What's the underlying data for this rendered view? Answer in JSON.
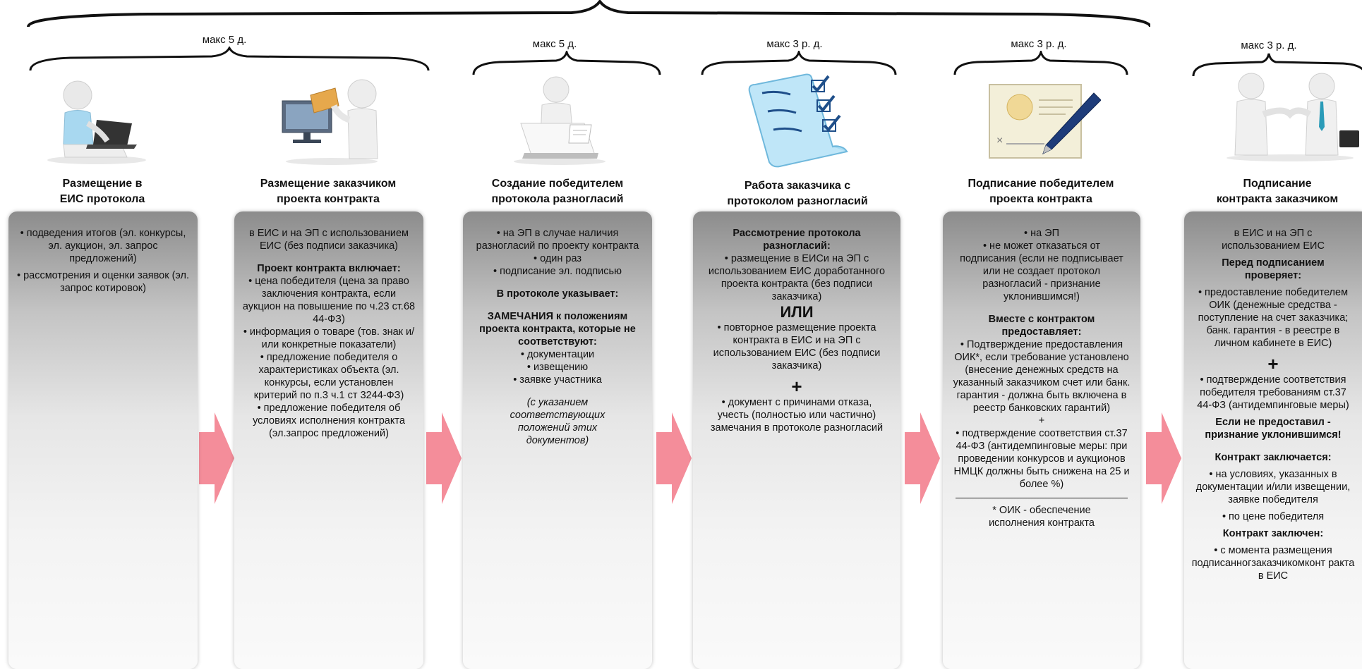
{
  "colors": {
    "arrow": "#f48d9a",
    "panel_top": "#8c8c8c",
    "panel_bottom": "#fafafa"
  },
  "stages": [
    {
      "duration": "макс 5 д.",
      "illustration": "person-at-laptop",
      "title_lines": [
        "Размещение в",
        "ЕИС протокола"
      ],
      "body": [
        "• подведения итогов (эл. конкурсы, эл. аукцион, эл. запрос предложений)",
        "• рассмотрения и оценки заявок (эл. запрос котировок)"
      ]
    },
    {
      "illustration": "person-at-computer-with-envelope",
      "title_lines": [
        "Размещение заказчиком",
        "проекта контракта"
      ],
      "body": [
        "в ЕИС и на ЭП с использованием ЕИС (без подписи заказчика)",
        "Проект контракта включает:",
        "• цена победителя (цена за право заключения контракта, если аукцион на повышение по ч.23 ст.68 44-ФЗ)",
        "• информация о товаре (тов. знак и/или конкретные показатели)",
        "• предложение победителя о характеристиках объекта (эл. конкурсы, если установлен критерий по п.3 ч.1 ст 3244-ФЗ)",
        "• предложение победителя об условиях исполнения контракта (эл.запрос предложений)"
      ]
    },
    {
      "duration": "макс 5 д.",
      "illustration": "person-with-laptop-document",
      "title_lines": [
        "Создание победителем",
        "протокола разногласий"
      ],
      "body": [
        "• на ЭП в случае наличия разногласий по проекту контракта",
        "• один раз",
        "• подписание эл. подписью",
        "В протоколе указывает:",
        "ЗАМЕЧАНИЯ к положениям проекта контракта, которые не соответствуют:",
        "• документации",
        "• извещению",
        "• заявке участника",
        "(с указанием соответствующих положений этих документов)"
      ]
    },
    {
      "duration": "макс 3 р. д.",
      "illustration": "checklist-scroll",
      "title_lines": [
        "Работа заказчика с",
        "протоколом разногласий"
      ],
      "body": [
        "Рассмотрение протокола разногласий:",
        "• размещение в ЕИСи на ЭП с использованием ЕИС доработанного проекта контракта (без подписи заказчика)",
        "ИЛИ",
        "• повторное размещение проекта контракта в ЕИС и на ЭП с использованием ЕИС (без подписи заказчика)",
        "+",
        "• документ с причинами отказа, учесть (полностью или частично) замечания в протоколе разногласий"
      ]
    },
    {
      "duration": "макс 3 р. д.",
      "illustration": "document-with-pen",
      "title_lines": [
        "Подписание победителем",
        "проекта контракта"
      ],
      "body": [
        "• на ЭП",
        "• не может отказаться от подписания (если не подписывает или не создает протокол разногласий - признание уклонившимся!)",
        "Вместе с контрактом предоставляет:",
        "• Подтверждение предоставления ОИК*, если требование установлено (внесение денежных средств на указанный заказчиком счет или банк. гарантия - должна быть включена в реестр банковских гарантий)",
        "+",
        "• подтверждение соответствия ст.37 44-ФЗ (антидемпинговые меры: при проведении конкурсов и аукционов НМЦК должны быть снижена на 25 и более %)",
        "* ОИК - обеспечение исполнения контракта"
      ]
    },
    {
      "duration": "макс 3 р. д.",
      "illustration": "handshake",
      "title_lines": [
        "Подписание",
        "контракта заказчиком"
      ],
      "body": [
        "в ЕИС и на ЭП с использованием ЕИС",
        "Перед подписанием проверяет:",
        "• предоставление победителем ОИК (денежные средства - поступление на счет заказчика; банк. гарантия - в реестре в личном кабинете в ЕИС)",
        "+",
        "• подтверждение соответствия победителя требованиям ст.37 44-ФЗ (антидемпинговые меры)",
        "Если не предоставил - признание уклонившимся!",
        "Контракт заключается:",
        "• на условиях, указанных в документации и/или извещении, заявке победителя",
        "• по цене победителя",
        "Контракт заключен:",
        "• с момента размещения подписанногзаказчикомконт ракта в ЕИС"
      ]
    }
  ]
}
